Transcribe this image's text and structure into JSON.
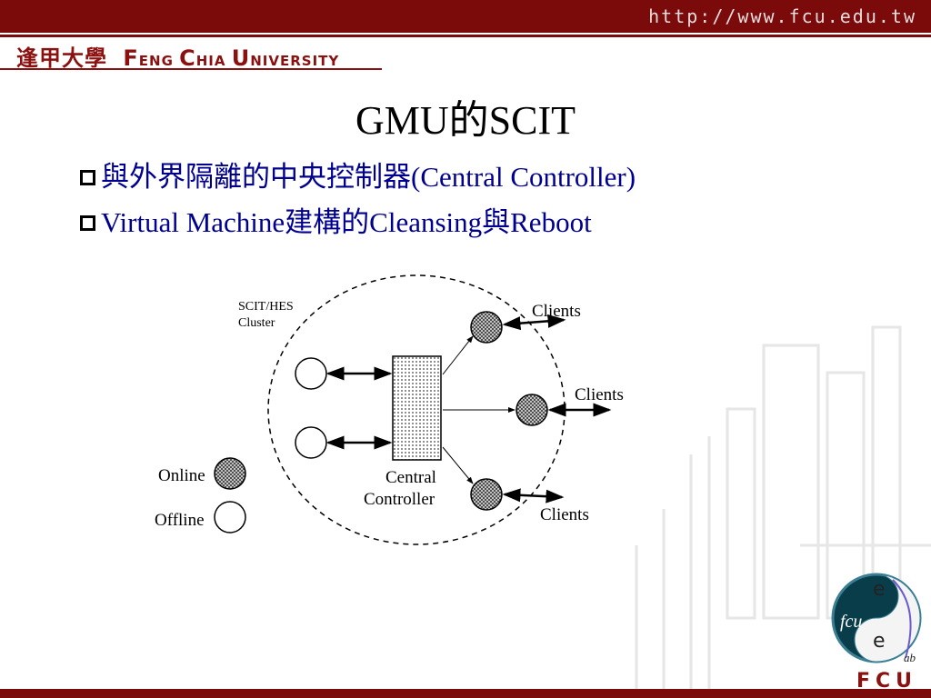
{
  "header": {
    "url": "http://www.fcu.edu.tw",
    "logo_zh": "逢甲大學",
    "logo_en_1": "F",
    "logo_en_2": "ENG",
    "logo_en_3": "C",
    "logo_en_4": "HIA",
    "logo_en_5": "U",
    "logo_en_6": "NIVERSITY",
    "brand_color": "#7b0a0a"
  },
  "slide": {
    "title": "GMU的SCIT",
    "bullets": [
      {
        "text": "與外界隔離的中央控制器(Central Controller)"
      },
      {
        "text": "Virtual Machine建構的Cleansing與Reboot"
      }
    ]
  },
  "diagram": {
    "cluster_label_1": "SCIT/HES",
    "cluster_label_2": "Cluster",
    "controller_label_1": "Central",
    "controller_label_2": "Controller",
    "clients_top": "Clients",
    "clients_mid": "Clients",
    "clients_bottom": "Clients",
    "legend_online": "Online",
    "legend_offline": "Offline"
  },
  "badge": {
    "letters": [
      "e",
      "fcu",
      "e",
      "ab"
    ],
    "footer": "FCU"
  }
}
